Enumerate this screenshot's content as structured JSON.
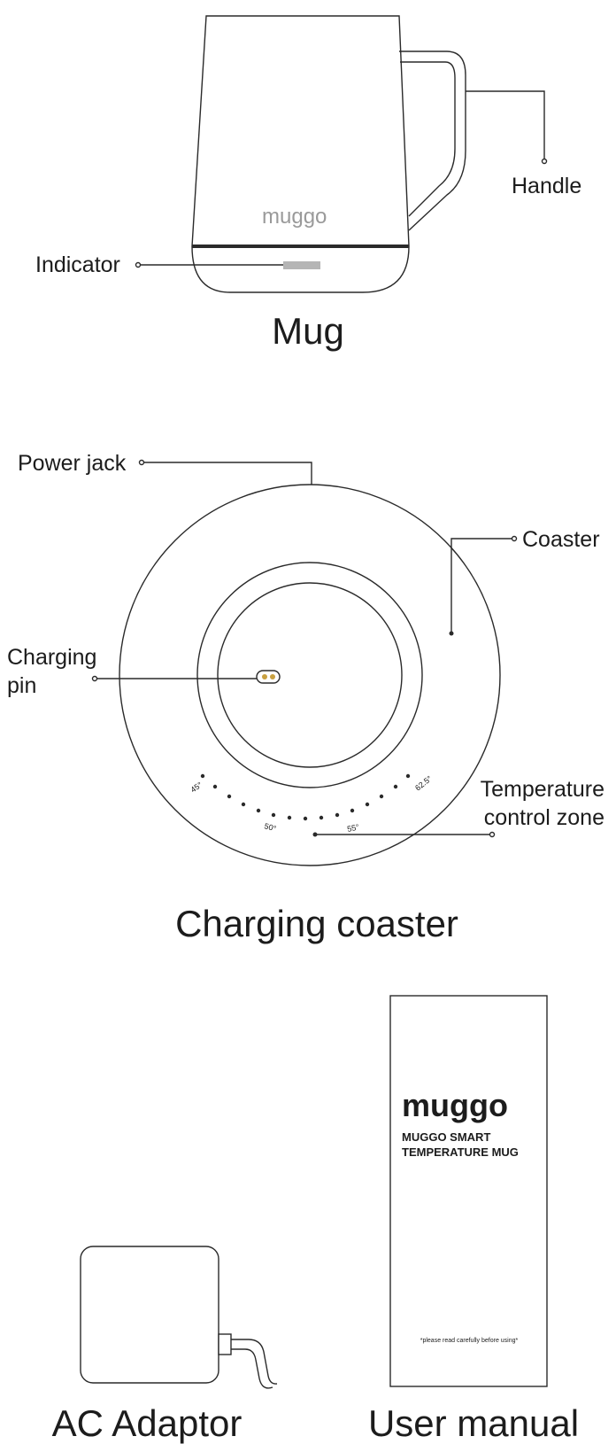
{
  "mug": {
    "title": "Mug",
    "labels": {
      "handle": "Handle",
      "indicator": "Indicator"
    },
    "logo": "muggo"
  },
  "coaster": {
    "title": "Charging coaster",
    "labels": {
      "power_jack": "Power jack",
      "coaster": "Coaster",
      "charging_pin_line1": "Charging",
      "charging_pin_line2": "pin",
      "temp_zone_line1": "Temperature",
      "temp_zone_line2": "control zone"
    },
    "scale_marks": [
      "45°",
      "50°",
      "55°",
      "62.5°"
    ]
  },
  "adaptor": {
    "title": "AC Adaptor"
  },
  "manual": {
    "title": "User manual",
    "logo": "muggo",
    "heading_line1": "MUGGO SMART",
    "heading_line2": "TEMPERATURE MUG",
    "note": "*please read carefully before using*"
  },
  "colors": {
    "line": "#2a2a2a",
    "logo_grey": "#9a9a9a",
    "indicator": "#b5b5b5",
    "pin": "#c8a040"
  }
}
